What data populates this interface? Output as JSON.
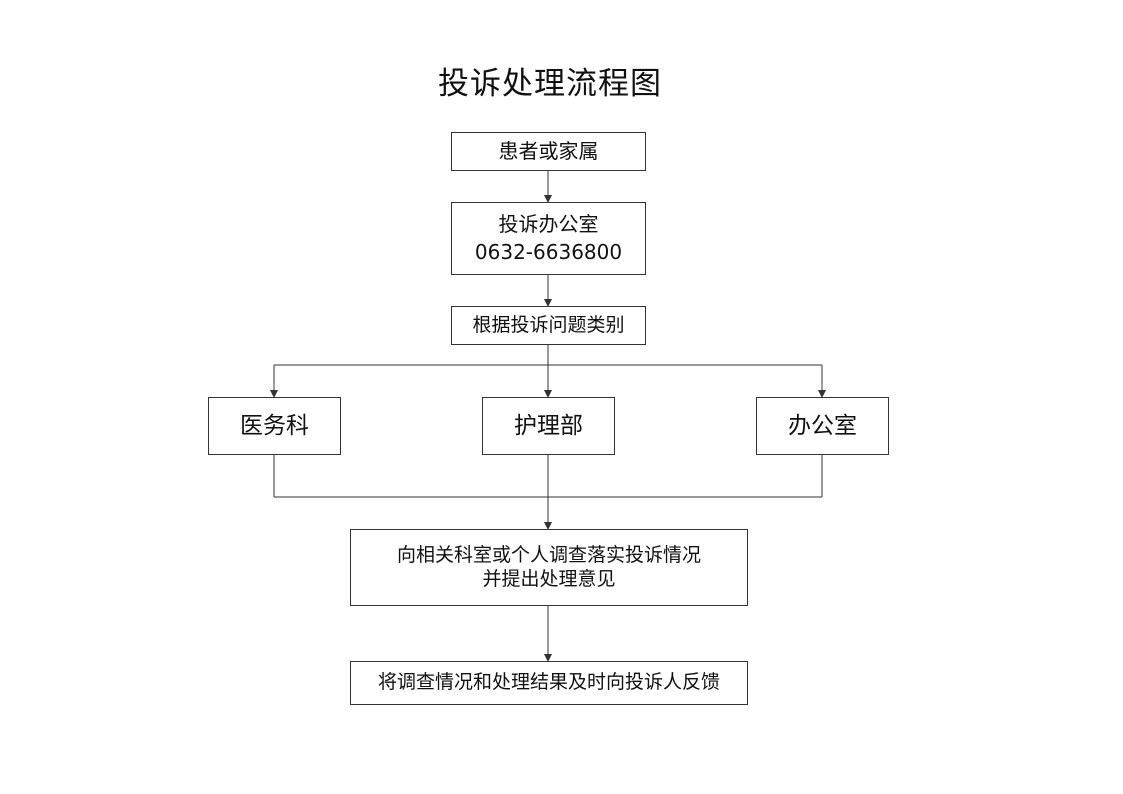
{
  "title": "投诉处理流程图",
  "nodes": {
    "patient": "患者或家属",
    "office": {
      "name": "投诉办公室",
      "phone": "0632-6636800"
    },
    "classify": "根据投诉问题类别",
    "departments": [
      "医务科",
      "护理部",
      "办公室"
    ],
    "investigate": {
      "line1": "向相关科室或个人调查落实投诉情况",
      "line2": "并提出处理意见"
    },
    "feedback": "将调查情况和处理结果及时向投诉人反馈"
  },
  "colors": {
    "line": "#333333",
    "text": "#111111",
    "background": "#ffffff"
  }
}
